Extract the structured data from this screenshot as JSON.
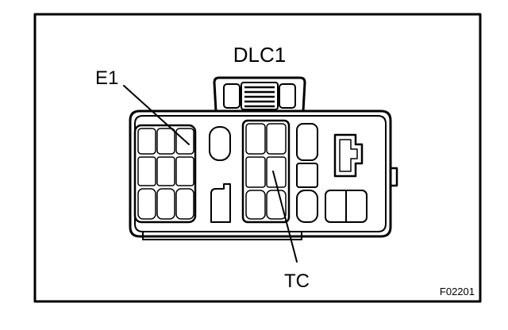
{
  "diagram": {
    "connector_name": "DLC1",
    "terminal_e1": "E1",
    "terminal_tc": "TC",
    "figure_code": "F02201"
  }
}
